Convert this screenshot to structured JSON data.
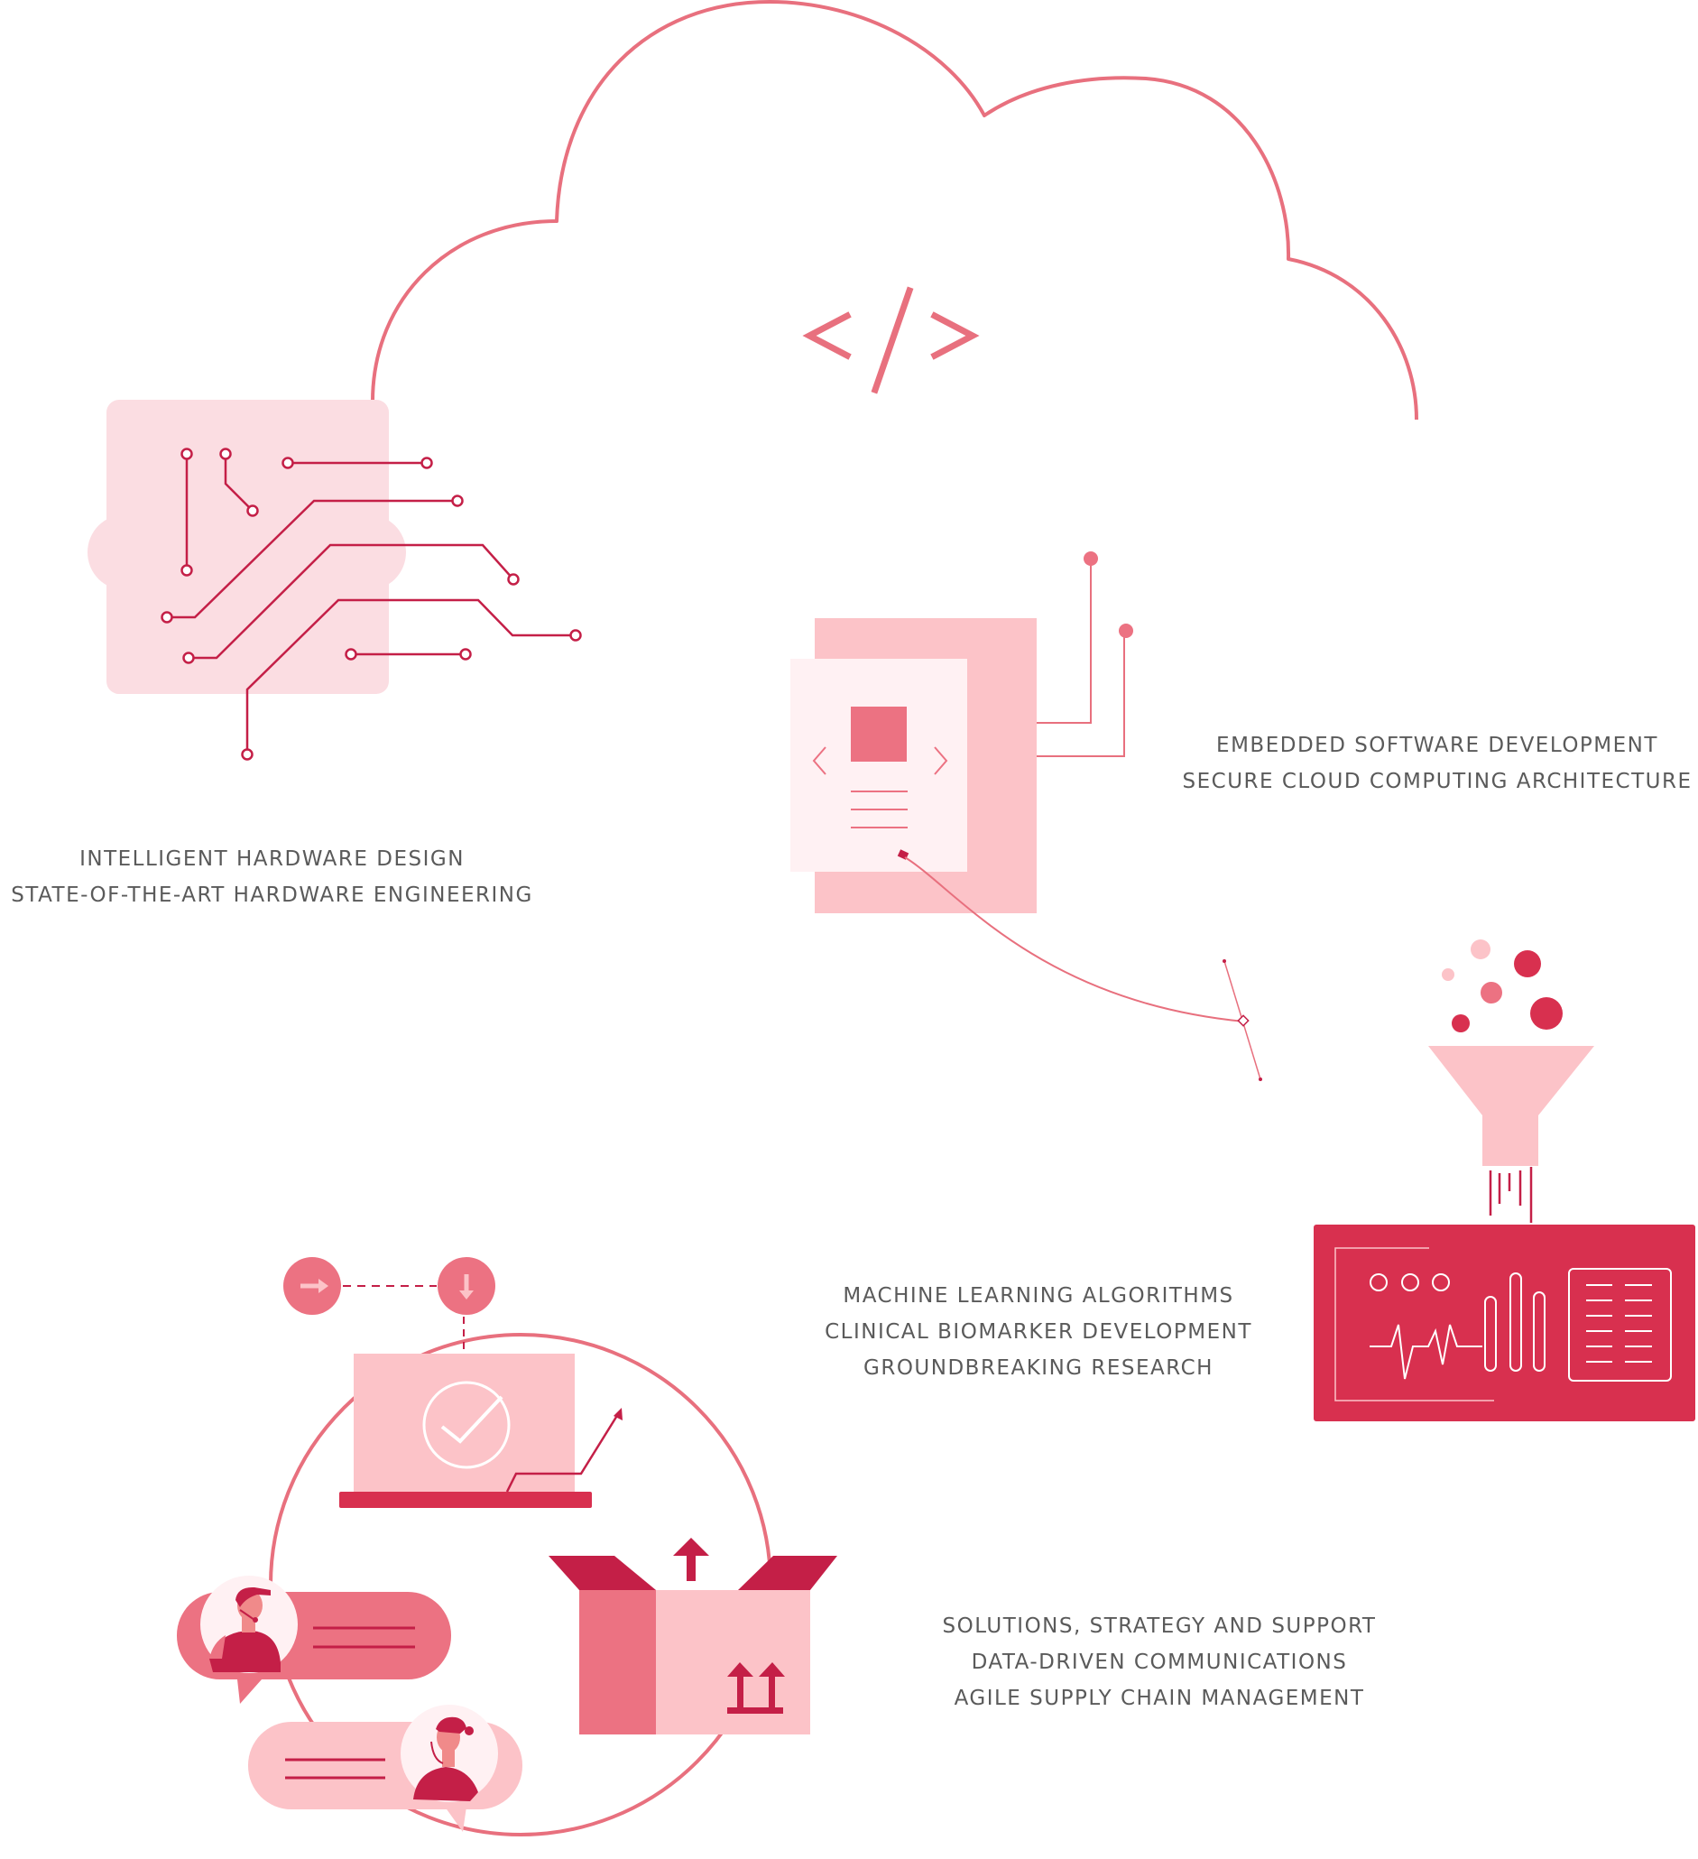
{
  "colors": {
    "outline": "#e8707e",
    "light_pink": "#fbdde2",
    "mid_pink": "#fcc3c8",
    "salmon": "#ec7282",
    "crimson": "#c41f47",
    "strong_red": "#d8304f",
    "pale": "#fff1f3",
    "text": "#5a5a5a"
  },
  "illustration": {
    "code_symbol": "</>",
    "icons": [
      "cloud-icon",
      "code-icon",
      "circuit-board-icon",
      "document-window-icon",
      "funnel-icon",
      "dashboard-panel-icon",
      "laptop-check-icon",
      "arrow-right-icon",
      "arrow-down-icon",
      "open-box-icon",
      "chat-bubble-icon",
      "support-agent-icon"
    ]
  },
  "captions": {
    "hardware": [
      "INTELLIGENT HARDWARE DESIGN",
      "STATE-OF-THE-ART HARDWARE ENGINEERING"
    ],
    "software": [
      "EMBEDDED SOFTWARE DEVELOPMENT",
      "SECURE CLOUD COMPUTING ARCHITECTURE"
    ],
    "ml": [
      "MACHINE LEARNING ALGORITHMS",
      "CLINICAL BIOMARKER DEVELOPMENT",
      "GROUNDBREAKING RESEARCH"
    ],
    "solutions": [
      "SOLUTIONS, STRATEGY AND SUPPORT",
      "DATA-DRIVEN COMMUNICATIONS",
      "AGILE SUPPLY CHAIN MANAGEMENT"
    ]
  }
}
